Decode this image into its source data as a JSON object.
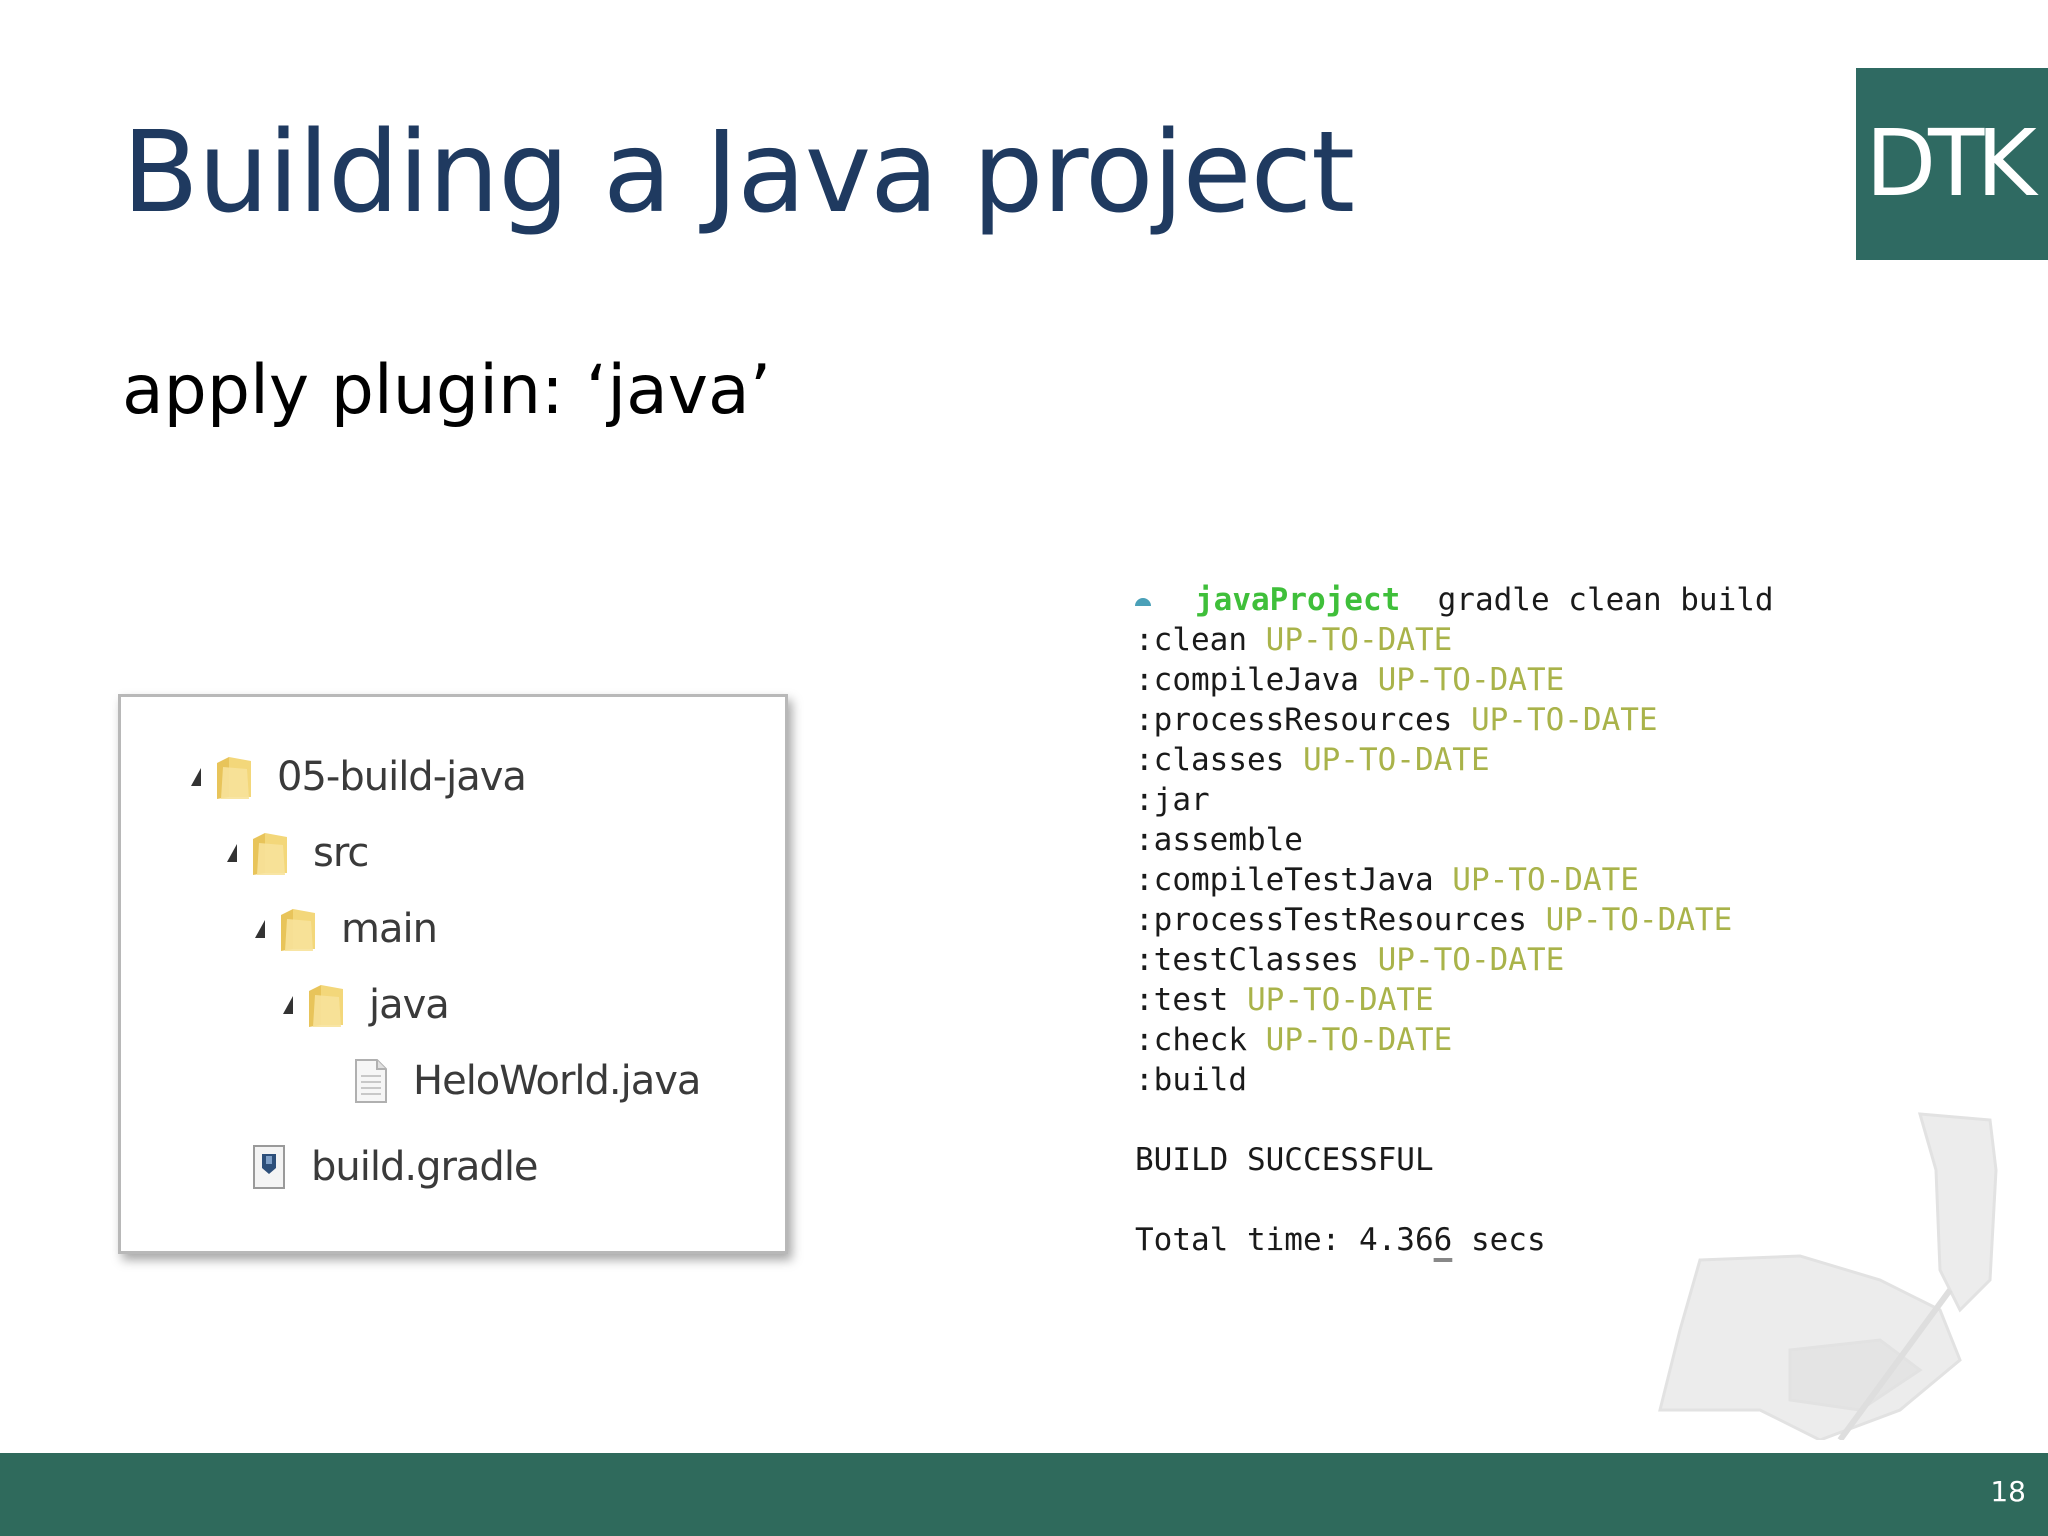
{
  "slide": {
    "title": "Building a Java project",
    "subtitle": "apply plugin: ‘java’",
    "logo_text": "DTK",
    "page_number": "18",
    "colors": {
      "title": "#1f3a60",
      "logo_bg": "#2f6a62",
      "footer_bg": "#2f6a5c",
      "up_to_date": "#a9b34a",
      "project_name": "#3fbf3a"
    }
  },
  "file_tree": {
    "items": [
      {
        "label": "05-build-java",
        "icon": "folder-icon",
        "expanded": true,
        "depth": 0
      },
      {
        "label": "src",
        "icon": "folder-icon",
        "expanded": true,
        "depth": 1
      },
      {
        "label": "main",
        "icon": "folder-icon",
        "expanded": true,
        "depth": 2
      },
      {
        "label": "java",
        "icon": "folder-icon",
        "expanded": true,
        "depth": 3
      },
      {
        "label": "HeloWorld.java",
        "icon": "file-icon",
        "expanded": false,
        "depth": 4
      },
      {
        "label": "build.gradle",
        "icon": "gradle-file-icon",
        "expanded": false,
        "depth": 1
      }
    ]
  },
  "terminal": {
    "prompt_project": "javaProject",
    "prompt_command": "gradle clean build",
    "tasks": [
      {
        "name": ":clean",
        "status": "UP-TO-DATE"
      },
      {
        "name": ":compileJava",
        "status": "UP-TO-DATE"
      },
      {
        "name": ":processResources",
        "status": "UP-TO-DATE"
      },
      {
        "name": ":classes",
        "status": "UP-TO-DATE"
      },
      {
        "name": ":jar",
        "status": ""
      },
      {
        "name": ":assemble",
        "status": ""
      },
      {
        "name": ":compileTestJava",
        "status": "UP-TO-DATE"
      },
      {
        "name": ":processTestResources",
        "status": "UP-TO-DATE"
      },
      {
        "name": ":testClasses",
        "status": "UP-TO-DATE"
      },
      {
        "name": ":test",
        "status": "UP-TO-DATE"
      },
      {
        "name": ":check",
        "status": "UP-TO-DATE"
      },
      {
        "name": ":build",
        "status": ""
      }
    ],
    "result": "BUILD SUCCESSFUL",
    "total_time_label": "Total time: 4.36",
    "total_time_cursor_char": "6",
    "total_time_unit": " secs"
  }
}
